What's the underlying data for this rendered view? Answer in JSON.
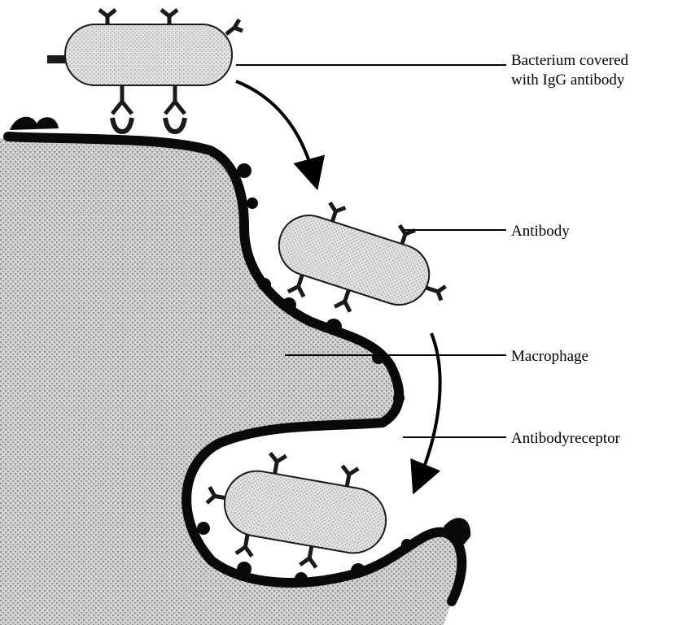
{
  "labels": {
    "bacterium_line1": "Bacterium covered",
    "bacterium_line2": "with IgG antibody",
    "antibody": "Antibody",
    "macrophage": "Macrophage",
    "receptor": "Antibodyreceptor"
  },
  "colors": {
    "membrane": "#0a0a0a",
    "cytoplasm": "#c9c9c9",
    "bacterium": "#d4d4d4",
    "background": "#ffffff"
  }
}
